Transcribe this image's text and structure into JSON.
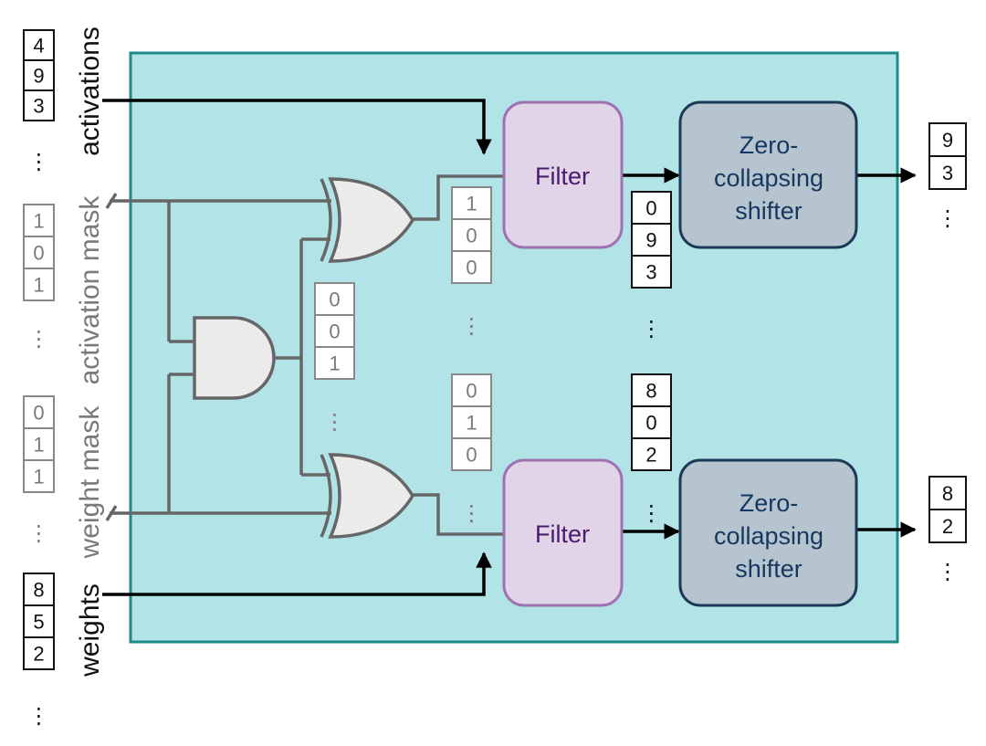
{
  "colors": {
    "panel_fill": "#b2e3e7",
    "panel_stroke": "#1e8a8a",
    "filter_fill": "#e2d4e8",
    "filter_stroke": "#9c73b0",
    "filter_text": "#4a1a6e",
    "shifter_fill": "#b6c4cf",
    "shifter_stroke": "#1c3a55",
    "shifter_text": "#15385f",
    "gate_fill": "#ebebeb",
    "gate_stroke": "#666666",
    "wire_gray": "#666666",
    "wire_black": "#000000",
    "gray_text": "#7a7a7a"
  },
  "labels": {
    "activations": "activations",
    "activation_mask": "activation mask",
    "weight_mask": "weight mask",
    "weights": "weights"
  },
  "blocks": {
    "filter_top": "Filter",
    "filter_bottom": "Filter",
    "shifter_top": [
      "Zero-",
      "collapsing",
      "shifter"
    ],
    "shifter_bottom": [
      "Zero-",
      "collapsing",
      "shifter"
    ]
  },
  "vectors": {
    "activations_in": [
      "4",
      "9",
      "3"
    ],
    "activation_mask_in": [
      "1",
      "0",
      "1"
    ],
    "weight_mask_in": [
      "0",
      "1",
      "1"
    ],
    "weights_in": [
      "8",
      "5",
      "2"
    ],
    "and_out": [
      "0",
      "0",
      "1"
    ],
    "xor_top_out": [
      "1",
      "0",
      "0"
    ],
    "xor_bottom_out": [
      "0",
      "1",
      "0"
    ],
    "filter_top_out": [
      "0",
      "9",
      "3"
    ],
    "filter_bottom_out": [
      "8",
      "0",
      "2"
    ],
    "shifter_top_out": [
      "9",
      "3"
    ],
    "shifter_bottom_out": [
      "8",
      "2"
    ]
  },
  "ellipsis": "⋮"
}
